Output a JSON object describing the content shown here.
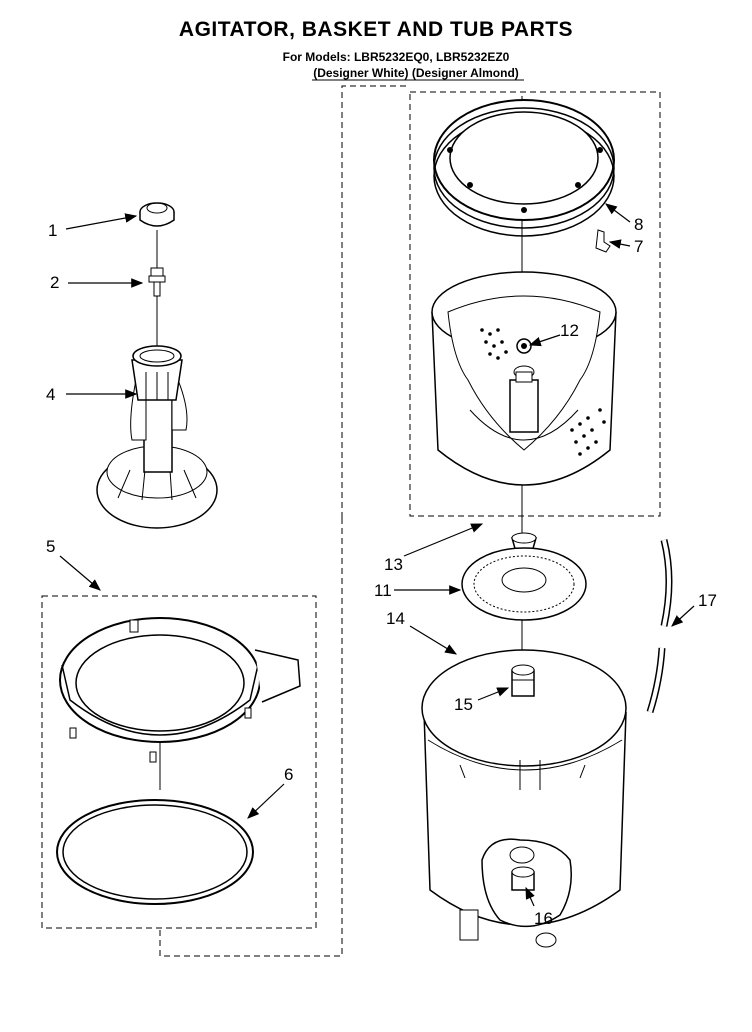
{
  "header": {
    "title": "AGITATOR, BASKET AND TUB PARTS",
    "models_line": "For Models: LBR5232EQ0, LBR5232EZ0",
    "colors_line": "(Designer White) (Designer Almond)"
  },
  "callouts": [
    {
      "id": "c1",
      "label": "1"
    },
    {
      "id": "c2",
      "label": "2"
    },
    {
      "id": "c4",
      "label": "4"
    },
    {
      "id": "c5",
      "label": "5"
    },
    {
      "id": "c6",
      "label": "6"
    },
    {
      "id": "c7",
      "label": "7"
    },
    {
      "id": "c8",
      "label": "8"
    },
    {
      "id": "c11",
      "label": "11"
    },
    {
      "id": "c12",
      "label": "12"
    },
    {
      "id": "c13",
      "label": "13"
    },
    {
      "id": "c14",
      "label": "14"
    },
    {
      "id": "c15",
      "label": "15"
    },
    {
      "id": "c16",
      "label": "16"
    },
    {
      "id": "c17",
      "label": "17"
    }
  ]
}
